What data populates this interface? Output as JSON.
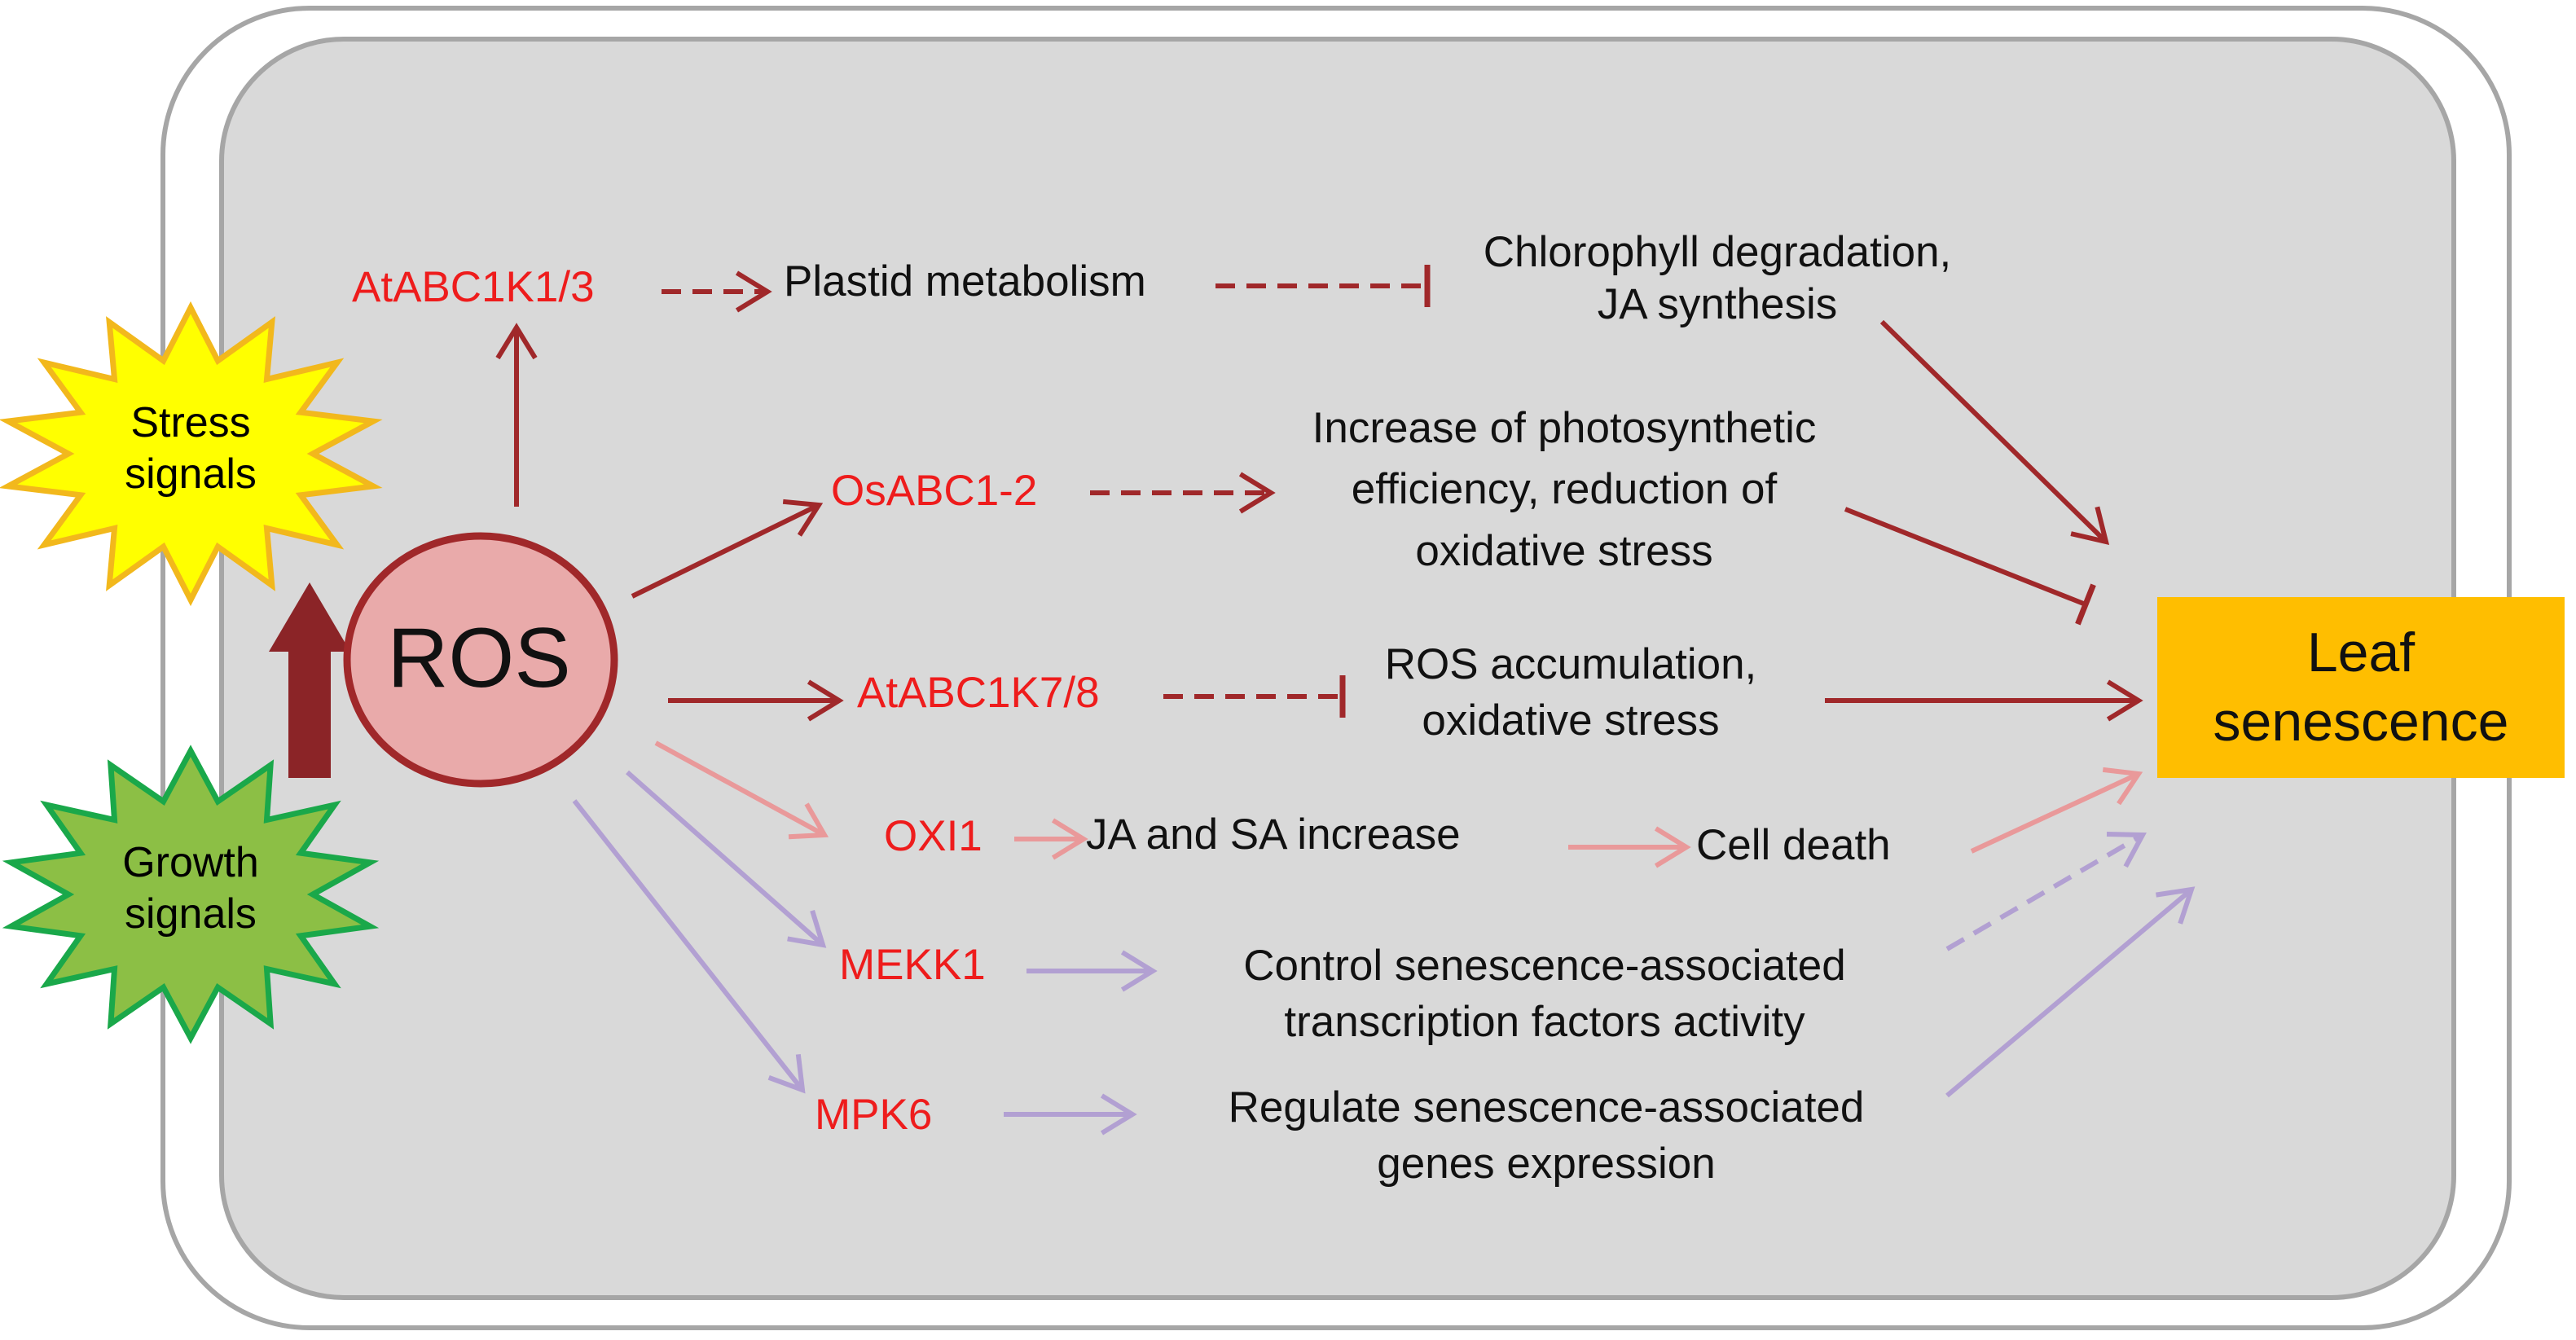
{
  "diagram": {
    "ros": {
      "label": "ROS",
      "fill": "#e9aaaa",
      "stroke": "#a0282a"
    },
    "signals": {
      "stress": {
        "line1": "Stress",
        "line2": "signals",
        "fill": "#ffff00",
        "stroke": "#f2b81c"
      },
      "growth": {
        "line1": "Growth",
        "line2": "signals",
        "fill": "#8cbf45",
        "stroke": "#1aa84a"
      }
    },
    "genes": {
      "atabc1k13": "AtABC1K1/3",
      "osabc12": "OsABC1-2",
      "atabc1k78": "AtABC1K7/8",
      "oxi1": "OXI1",
      "mekk1": "MEKK1",
      "mpk6": "MPK6"
    },
    "processes": {
      "plastid": "Plastid metabolism",
      "chlorophyll": {
        "line1": "Chlorophyll degradation,",
        "line2": "JA synthesis"
      },
      "photosynthetic": {
        "line1": "Increase of photosynthetic",
        "line2": "efficiency, reduction of",
        "line3": "oxidative stress"
      },
      "ros_accumulation": {
        "line1": "ROS accumulation,",
        "line2": "oxidative stress"
      },
      "ja_sa": "JA and SA increase",
      "cell_death": "Cell death",
      "control_tf": {
        "line1": "Control senescence-associated",
        "line2": "transcription factors activity"
      },
      "regulate_genes": {
        "line1": "Regulate senescence-associated",
        "line2": "genes expression"
      }
    },
    "target": {
      "line1": "Leaf",
      "line2": "senescence",
      "fill": "#ffbe00"
    },
    "colors": {
      "dark_red": "#a0282a",
      "pink": "#e9999a",
      "lavender": "#b2a0d2",
      "gene_text": "#ee1c1c",
      "cell_fill": "#d9d9d9",
      "cell_border": "#a6a6a6"
    }
  }
}
